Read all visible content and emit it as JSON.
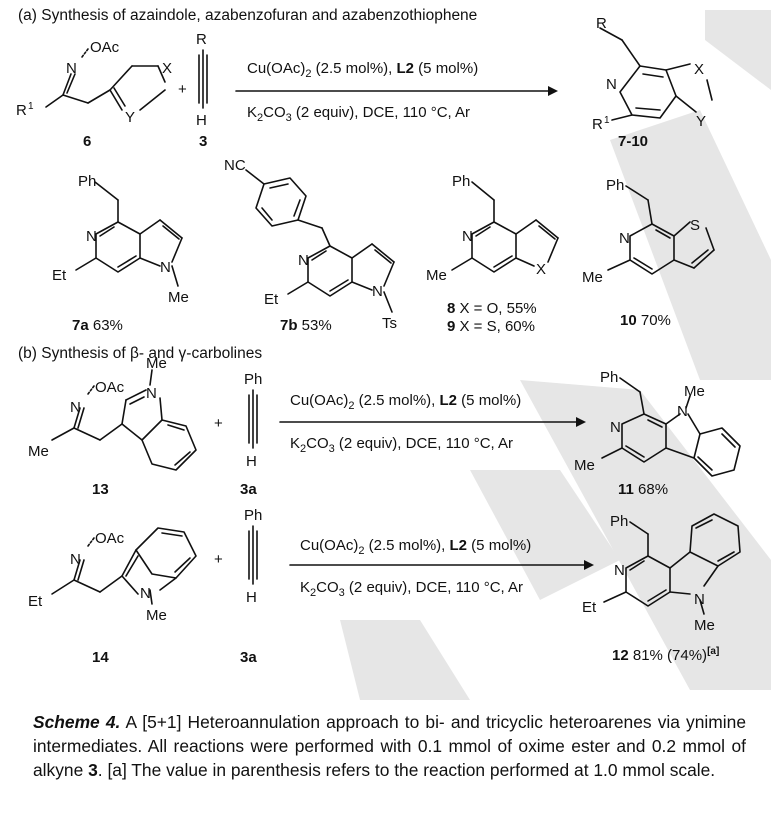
{
  "sections": {
    "a_title": "(a) Synthesis of azaindole, azabenzofuran and azabenzothiophene",
    "b_title": "(b) Synthesis of β- and γ-carbolines"
  },
  "atoms": {
    "oac": "OAc",
    "n": "N",
    "x": "X",
    "y": "Y",
    "r": "R",
    "r1": "R",
    "r1_sup": "1",
    "h": "H",
    "plus": "+",
    "ph": "Ph",
    "et": "Et",
    "me": "Me",
    "nc": "NC",
    "ts": "Ts",
    "s": "S"
  },
  "conditions": {
    "cat_a": "Cu(OAc)",
    "cat_sub": "2",
    "cat_b": " (2.5 mol%), ",
    "ligand": "L2",
    "cat_c": " (5 mol%)",
    "base_a": "K",
    "base_sub1": "2",
    "base_b": "CO",
    "base_sub2": "3",
    "base_c": " (2 equiv), DCE, 110 °C, Ar"
  },
  "compounds": {
    "c6": "6",
    "c3": "3",
    "c7_10": "7-10",
    "c7a": "7a",
    "c7a_yield": " 63%",
    "c7b": "7b",
    "c7b_yield": " 53%",
    "c8": "8",
    "c8_text": " X = O, 55%",
    "c9": "9",
    "c9_text": " X = S, 60%",
    "c10": "10",
    "c10_yield": " 70%",
    "c13": "13",
    "c3a": "3a",
    "c11": "11",
    "c11_yield": " 68%",
    "c14": "14",
    "c12": "12",
    "c12_yield": " 81% (74%)",
    "c12_note": "[a]"
  },
  "caption": {
    "title": "Scheme 4.",
    "text1": " A [5+1] Heteroannulation approach to bi- and tricyclic heteroarenes via ynimine intermediates. All reactions were performed with 0.1 mmol of oxime ester and 0.2 mmol of alkyne ",
    "bold3": "3",
    "text2": ". [a] The value in parenthesis refers to the reaction performed at 1.0 mmol scale."
  }
}
